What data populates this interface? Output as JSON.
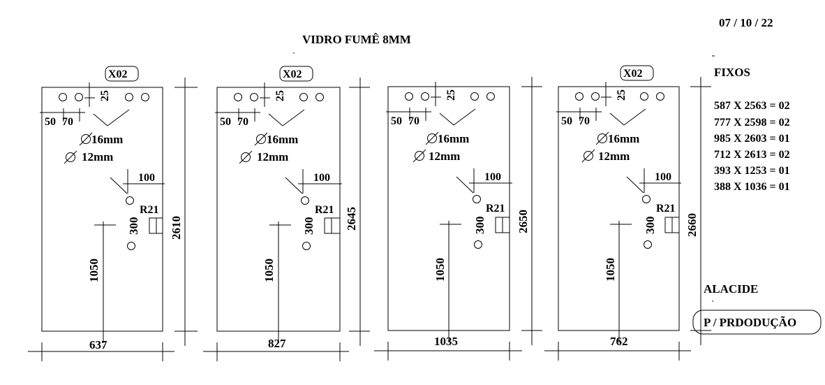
{
  "header": {
    "title": "VIDRO FUMÊ 8MM",
    "date": "07 / 10 / 22"
  },
  "panels": [
    {
      "id": "panel-1",
      "tag": "X02",
      "width_label": "637",
      "height_label": "2610",
      "hinge_offset": "25",
      "hole_spacing_a": "50",
      "hole_spacing_b": "70",
      "hole_large": "16mm",
      "hole_small": "12mm",
      "lock_offset": "100",
      "lock_spacing": "300",
      "radius": "R21",
      "lock_height": "1050"
    },
    {
      "id": "panel-2",
      "tag": "X02",
      "width_label": "827",
      "height_label": "2645",
      "hinge_offset": "25",
      "hole_spacing_a": "50",
      "hole_spacing_b": "70",
      "hole_large": "16mm",
      "hole_small": "12mm",
      "lock_offset": "100",
      "lock_spacing": "300",
      "radius": "R21",
      "lock_height": "1050"
    },
    {
      "id": "panel-3",
      "tag": "",
      "width_label": "1035",
      "height_label": "2650",
      "hinge_offset": "25",
      "hole_spacing_a": "50",
      "hole_spacing_b": "70",
      "hole_large": "16mm",
      "hole_small": "12mm",
      "lock_offset": "100",
      "lock_spacing": "300",
      "radius": "R21",
      "lock_height": "1050"
    },
    {
      "id": "panel-4",
      "tag": "X02",
      "width_label": "762",
      "height_label": "2660",
      "hinge_offset": "25",
      "hole_spacing_a": "50",
      "hole_spacing_b": "70",
      "hole_large": "16mm",
      "hole_small": "12mm",
      "lock_offset": "100",
      "lock_spacing": "300",
      "radius": "R21",
      "lock_height": "1050"
    }
  ],
  "fixos": {
    "title": "FIXOS",
    "items": [
      "587 X 2563 = 02",
      "777 X 2598 = 02",
      "985 X 2603 = 01",
      "712 X 2613 = 02",
      "393 X 1253 = 01",
      "388 X 1036 = 01"
    ]
  },
  "footer": {
    "alacide": "ALACIDE",
    "production": "P / PRDODUÇÃO"
  }
}
